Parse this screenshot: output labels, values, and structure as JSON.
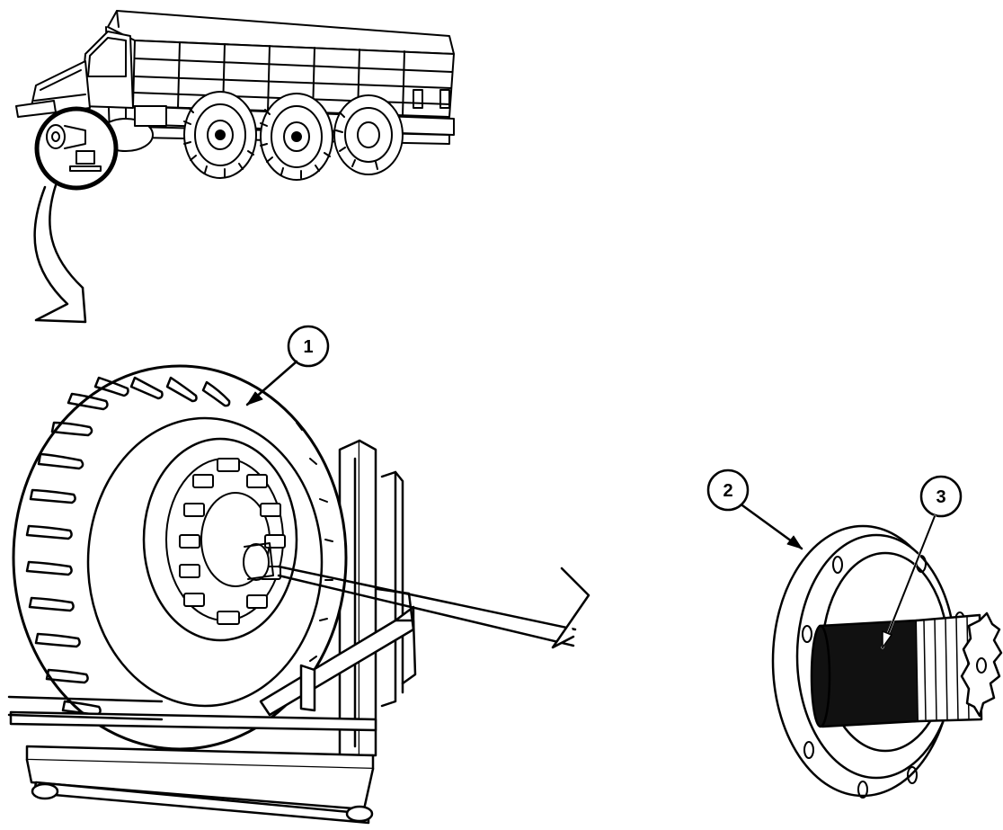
{
  "callouts": [
    {
      "id": "1",
      "label": "1"
    },
    {
      "id": "2",
      "label": "2"
    },
    {
      "id": "3",
      "label": "3"
    }
  ],
  "colors": {
    "ink": "#000000",
    "paper": "#ffffff"
  },
  "icons": [
    "truck-illustration",
    "wheel-on-dolly-illustration",
    "hub-flange-illustration",
    "detail-circle-icon",
    "pointer-arrow-icon"
  ]
}
